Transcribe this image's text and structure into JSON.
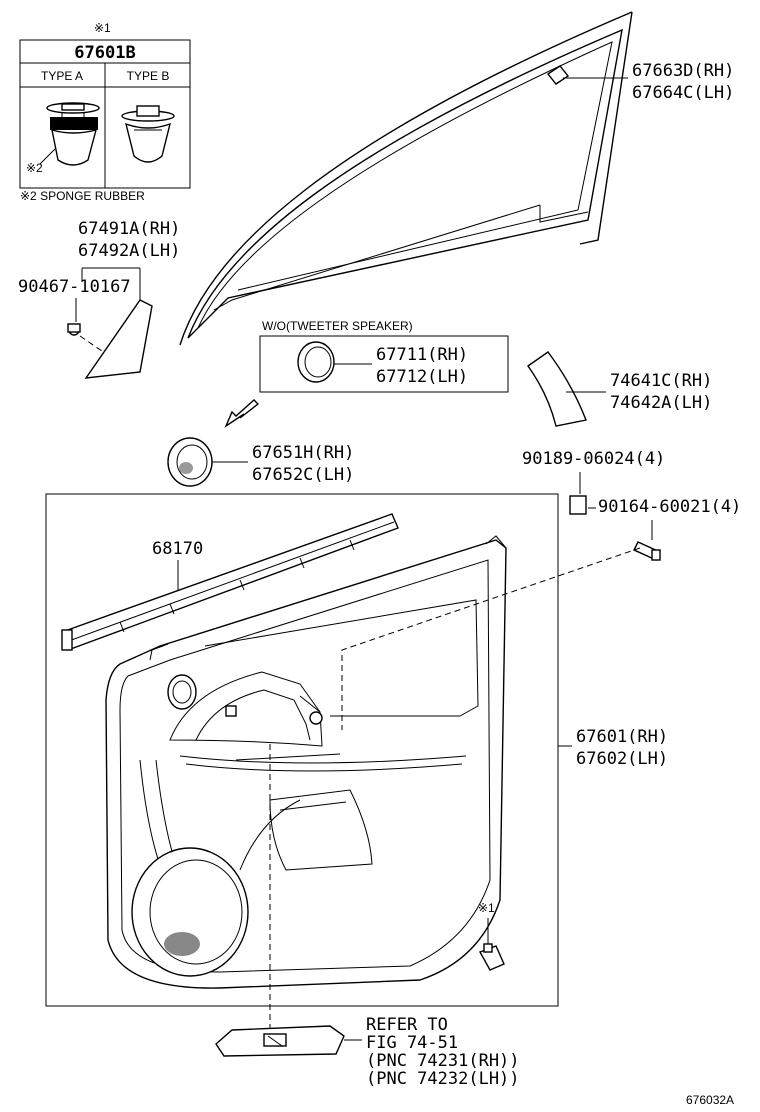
{
  "legend_table": {
    "note_mark": "※1",
    "part": "67601B",
    "type_a": "TYPE A",
    "type_b": "TYPE B",
    "sponge_mark": "※2",
    "sponge_note": "※2 SPONGE RUBBER"
  },
  "parts": {
    "glass_weatherstrip_rh": "67663D(RH)",
    "glass_weatherstrip_lh": "67664C(LH)",
    "cover_rh": "67491A(RH)",
    "cover_lh": "67492A(LH)",
    "screw_90467": "90467-10167",
    "tweeter_note": "W/O(TWEETER SPEAKER)",
    "tweeter_cover_rh": "67711(RH)",
    "tweeter_cover_lh": "67712(LH)",
    "armrest_rh": "74641C(RH)",
    "armrest_lh": "74642A(LH)",
    "speaker_grille_rh": "67651H(RH)",
    "speaker_grille_lh": "67652C(LH)",
    "nut_90189": "90189-06024(4)",
    "screw_90164": "90164-60021(4)",
    "belt_moulding": "68170",
    "door_trim_rh": "67601(RH)",
    "door_trim_lh": "67602(LH)",
    "clip_mark": "※1",
    "refer_1": "REFER TO",
    "refer_2": "FIG 74-51",
    "refer_3": "(PNC 74231(RH))",
    "refer_4": "(PNC 74232(LH))",
    "diagram_id": "676032A"
  }
}
